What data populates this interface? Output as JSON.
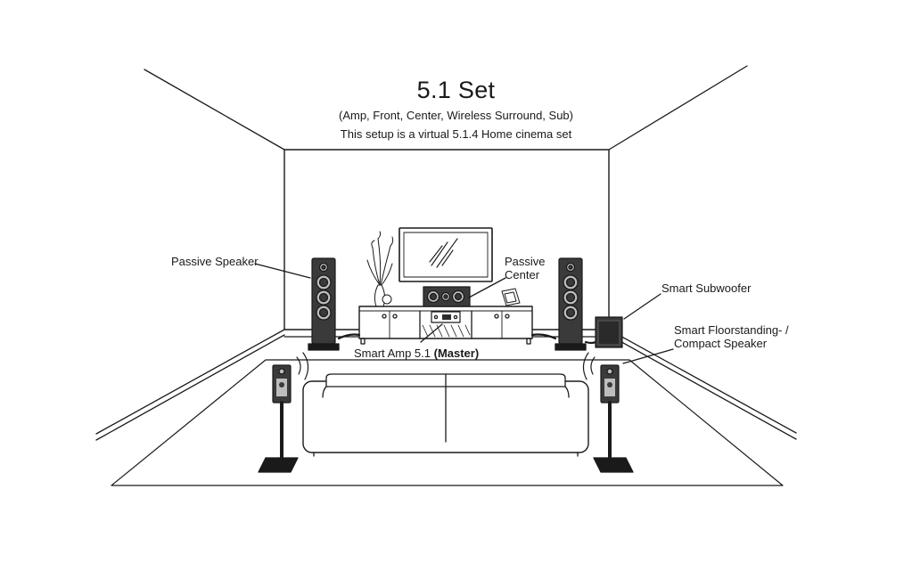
{
  "title": "5.1 Set",
  "subtitle": "(Amp, Front, Center, Wireless Surround, Sub)",
  "note": "This setup is a virtual 5.1.4 Home cinema set",
  "labels": {
    "passive_speaker": "Passive Speaker",
    "passive_center_line1": "Passive",
    "passive_center_line2": "Center",
    "smart_subwoofer": "Smart Subwoofer",
    "smart_floorstanding_line1": "Smart Floorstanding- /",
    "smart_floorstanding_line2": "Compact Speaker",
    "smart_amp": "Smart Amp 5.1",
    "smart_amp_master": "(Master)"
  },
  "colors": {
    "line": "#1a1a1a",
    "speaker_body": "#3a3a3a",
    "speaker_ring": "#bdbdbd",
    "background": "#ffffff"
  }
}
